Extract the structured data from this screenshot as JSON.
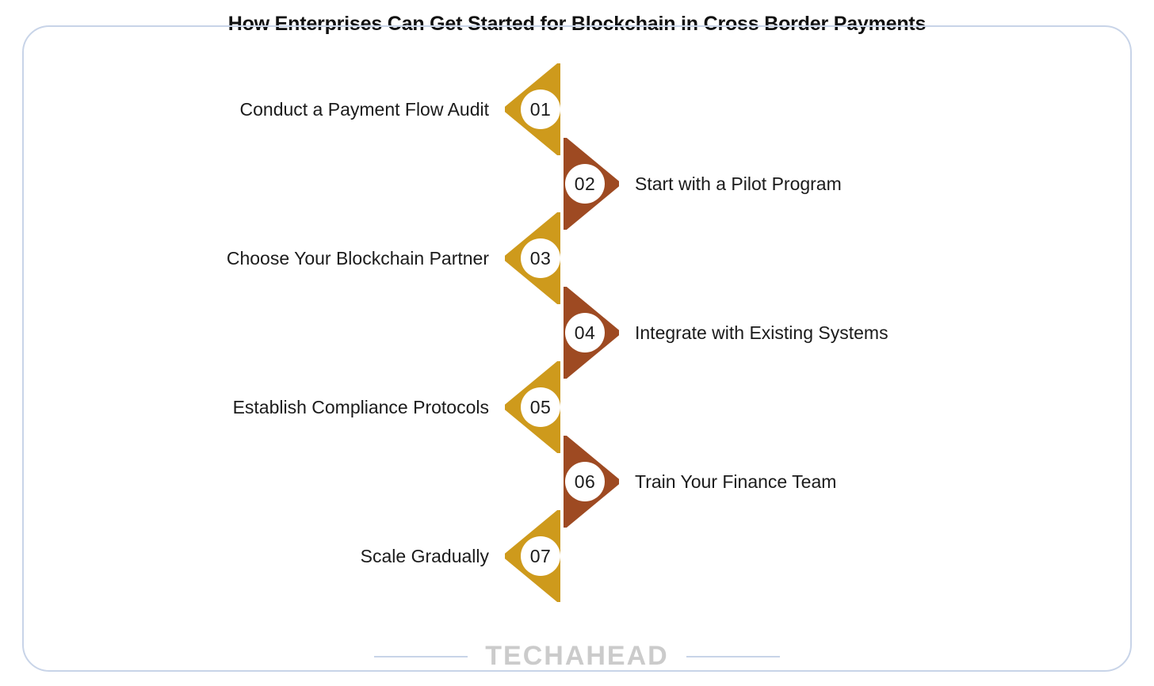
{
  "header": {
    "title": "How Enterprises Can Get Started for Blockchain in Cross Border Payments"
  },
  "colors": {
    "gold": "#CE9A1C",
    "brown": "#9E4A22",
    "frame_border": "#C8D4E8",
    "text": "#1B1B1B",
    "wordmark": "#CBCBCB"
  },
  "steps": [
    {
      "number": "01",
      "label": "Conduct a Payment Flow Audit",
      "side": "left",
      "color": "#CE9A1C"
    },
    {
      "number": "02",
      "label": "Start with a Pilot Program",
      "side": "right",
      "color": "#9E4A22"
    },
    {
      "number": "03",
      "label": "Choose Your Blockchain Partner",
      "side": "left",
      "color": "#CE9A1C"
    },
    {
      "number": "04",
      "label": "Integrate with Existing Systems",
      "side": "right",
      "color": "#9E4A22"
    },
    {
      "number": "05",
      "label": "Establish Compliance Protocols",
      "side": "left",
      "color": "#CE9A1C"
    },
    {
      "number": "06",
      "label": "Train Your Finance Team",
      "side": "right",
      "color": "#9E4A22"
    },
    {
      "number": "07",
      "label": "Scale Gradually",
      "side": "left",
      "color": "#CE9A1C"
    }
  ],
  "footer": {
    "wordmark": "TECHAHEAD"
  }
}
